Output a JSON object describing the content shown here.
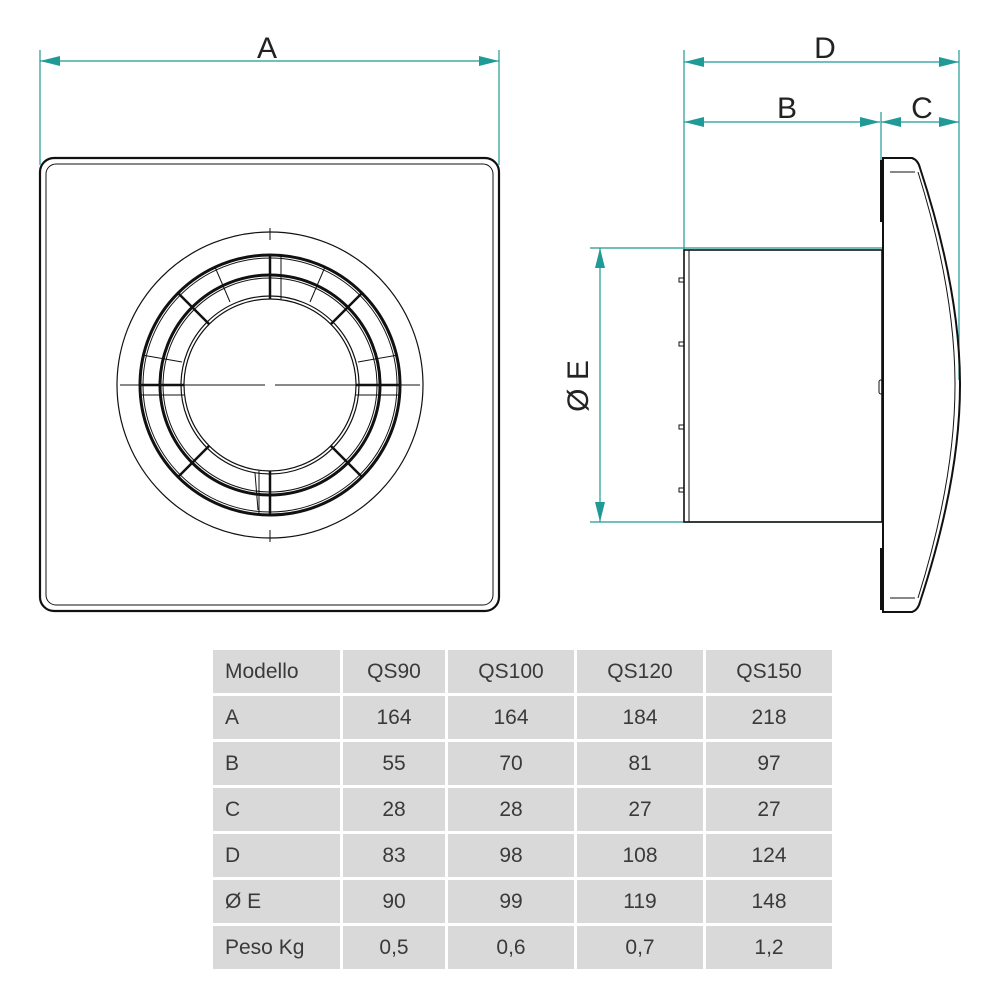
{
  "drawing": {
    "dimension_labels": {
      "A": "A",
      "B": "B",
      "C": "C",
      "D": "D",
      "E": "Ø E"
    },
    "colors": {
      "dimension_line": "#1f9a96",
      "outline": "#111111",
      "table_cell": "#d9d9d9"
    }
  },
  "table": {
    "header": {
      "label": "Modello",
      "models": [
        "QS90",
        "QS100",
        "QS120",
        "QS150"
      ]
    },
    "rows": [
      {
        "label": "A",
        "values": [
          "164",
          "164",
          "184",
          "218"
        ]
      },
      {
        "label": "B",
        "values": [
          "55",
          "70",
          "81",
          "97"
        ]
      },
      {
        "label": "C",
        "values": [
          "28",
          "28",
          "27",
          "27"
        ]
      },
      {
        "label": "D",
        "values": [
          "83",
          "98",
          "108",
          "124"
        ]
      },
      {
        "label": "Ø E",
        "values": [
          "90",
          "99",
          "119",
          "148"
        ]
      },
      {
        "label": "Peso Kg",
        "values": [
          "0,5",
          "0,6",
          "0,7",
          "1,2"
        ]
      }
    ]
  }
}
